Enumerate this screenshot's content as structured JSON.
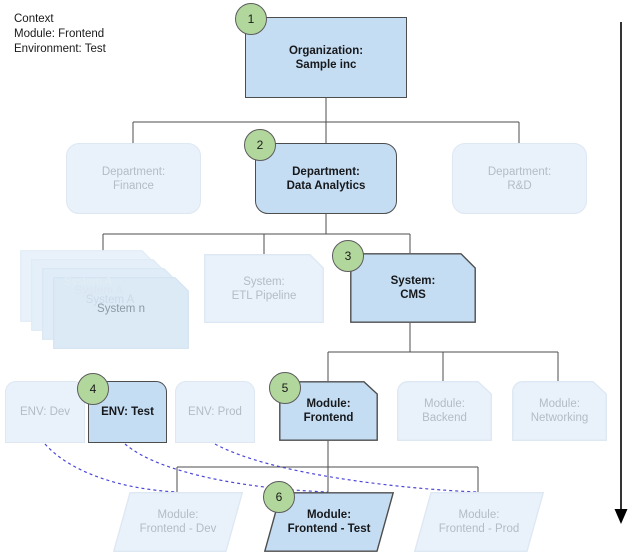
{
  "context": {
    "title": "Context",
    "line_module": "Module: Frontend",
    "line_environment": "Environment: Test",
    "block": "Context\nModule: Frontend\nEnvironment: Test"
  },
  "colors": {
    "active_fill": "#c5ddf2",
    "dim_fill": "#e9f1fa",
    "active_stroke": "#4d4d4d",
    "dim_stroke": "#dde8f3",
    "badge_fill": "#b2d79c",
    "badge_stroke": "#5b5b5b",
    "dim_text": "#b3bcc6",
    "active_text": "#16181c",
    "connector": "#4d4d4d",
    "dashed_link": "#4b47d6",
    "arrow": "#000000"
  },
  "badges": [
    {
      "id": "badge-1",
      "label": "1"
    },
    {
      "id": "badge-2",
      "label": "2"
    },
    {
      "id": "badge-3",
      "label": "3"
    },
    {
      "id": "badge-4",
      "label": "4"
    },
    {
      "id": "badge-5",
      "label": "5"
    },
    {
      "id": "badge-6",
      "label": "6"
    }
  ],
  "levels": {
    "organization": {
      "level_name": "Organization",
      "nodes": [
        {
          "name": "organization-sample-inc",
          "label": "Organization:\nSample inc",
          "state": "active",
          "badge": "1"
        }
      ]
    },
    "department": {
      "level_name": "Department",
      "nodes": [
        {
          "name": "department-finance",
          "label": "Department:\nFinance",
          "state": "dim",
          "badge": ""
        },
        {
          "name": "department-data-analytics",
          "label": "Department:\nData Analytics",
          "state": "active",
          "badge": "2"
        },
        {
          "name": "department-rd",
          "label": "Department:\nR&D",
          "state": "dim",
          "badge": ""
        }
      ]
    },
    "system": {
      "level_name": "System",
      "stack": {
        "name": "system-stack",
        "labels": [
          "System A",
          "System A",
          "System A",
          "System n"
        ],
        "state": "dim"
      },
      "nodes": [
        {
          "name": "system-etl-pipeline",
          "label": "System:\nETL Pipeline",
          "state": "dim",
          "badge": ""
        },
        {
          "name": "system-cms",
          "label": "System:\nCMS",
          "state": "active",
          "badge": "3"
        }
      ]
    },
    "environment": {
      "level_name": "Environment",
      "nodes": [
        {
          "name": "env-dev",
          "label": "ENV: Dev",
          "state": "dim",
          "badge": ""
        },
        {
          "name": "env-test",
          "label": "ENV: Test",
          "state": "active",
          "badge": "4"
        },
        {
          "name": "env-prod",
          "label": "ENV: Prod",
          "state": "dim",
          "badge": ""
        }
      ]
    },
    "module": {
      "level_name": "Module",
      "nodes": [
        {
          "name": "module-frontend",
          "label": "Module:\nFrontend",
          "state": "active",
          "badge": "5"
        },
        {
          "name": "module-backend",
          "label": "Module:\nBackend",
          "state": "dim",
          "badge": ""
        },
        {
          "name": "module-networking",
          "label": "Module:\nNetworking",
          "state": "dim",
          "badge": ""
        }
      ]
    },
    "module_instance": {
      "level_name": "Module instance",
      "nodes": [
        {
          "name": "module-frontend-dev",
          "label": "Module:\nFrontend - Dev",
          "state": "dim",
          "badge": ""
        },
        {
          "name": "module-frontend-test",
          "label": "Module:\nFrontend - Test",
          "state": "active",
          "badge": "6"
        },
        {
          "name": "module-frontend-prod",
          "label": "Module:\nFrontend - Prod",
          "state": "dim",
          "badge": ""
        }
      ]
    }
  },
  "annotations": {
    "flow_arrow": "downward-flow-arrow"
  }
}
